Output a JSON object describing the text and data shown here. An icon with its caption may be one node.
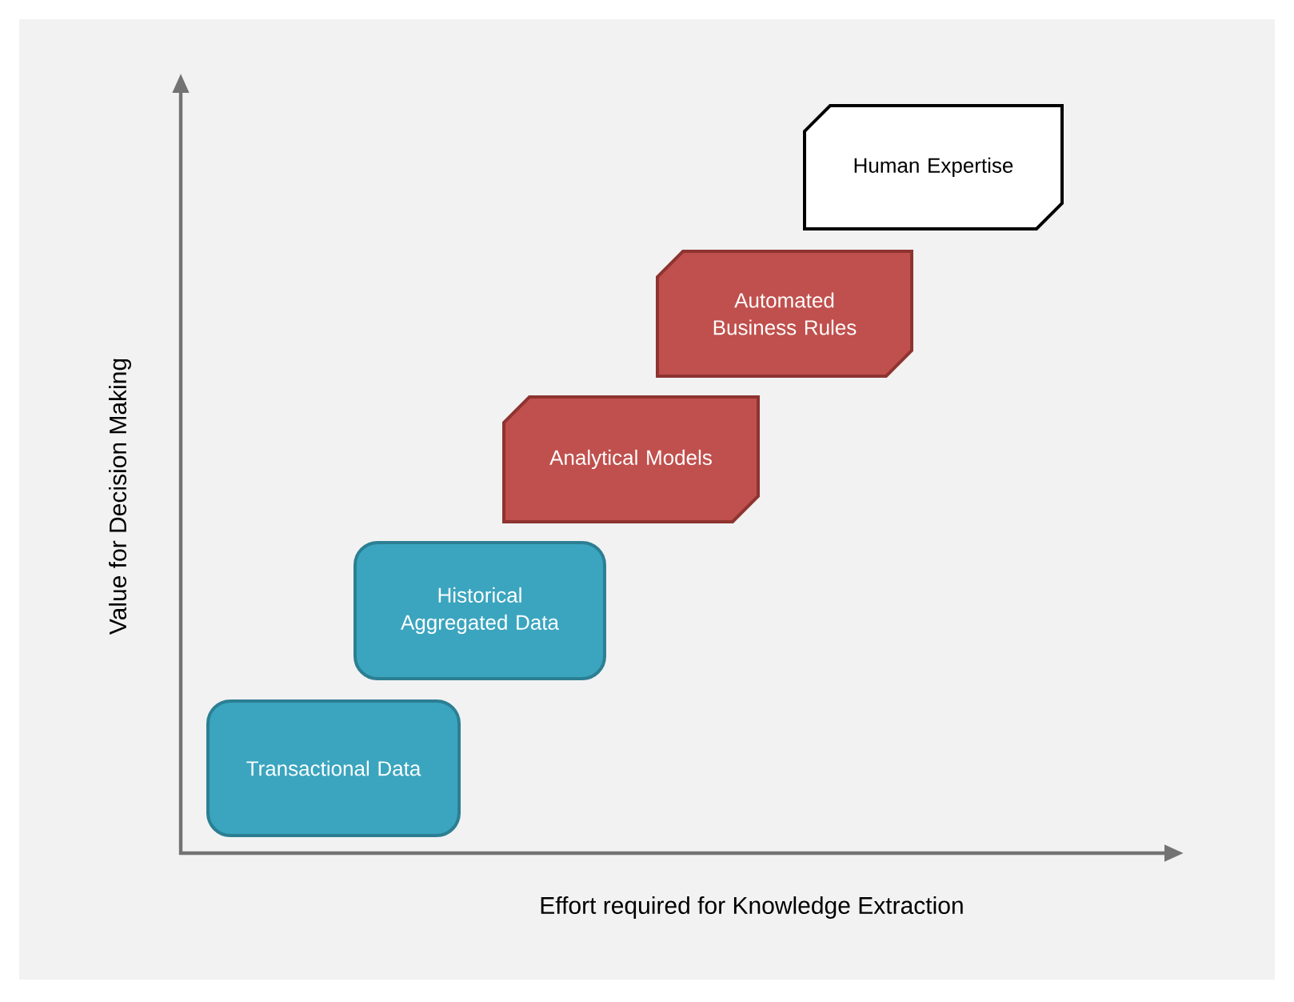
{
  "diagram": {
    "nodes": [
      {
        "text": [
          "Transactional Data"
        ]
      },
      {
        "text": [
          "Historical Aggregated Data"
        ]
      },
      {
        "text": [
          "Analytical Models"
        ]
      },
      {
        "text": [
          "Automated Business Rules"
        ]
      },
      {
        "text": [
          "Human Expertise"
        ]
      }
    ],
    "labels": [
      "Value for Decision Making",
      "Effort required for Knowledge Extraction"
    ]
  }
}
